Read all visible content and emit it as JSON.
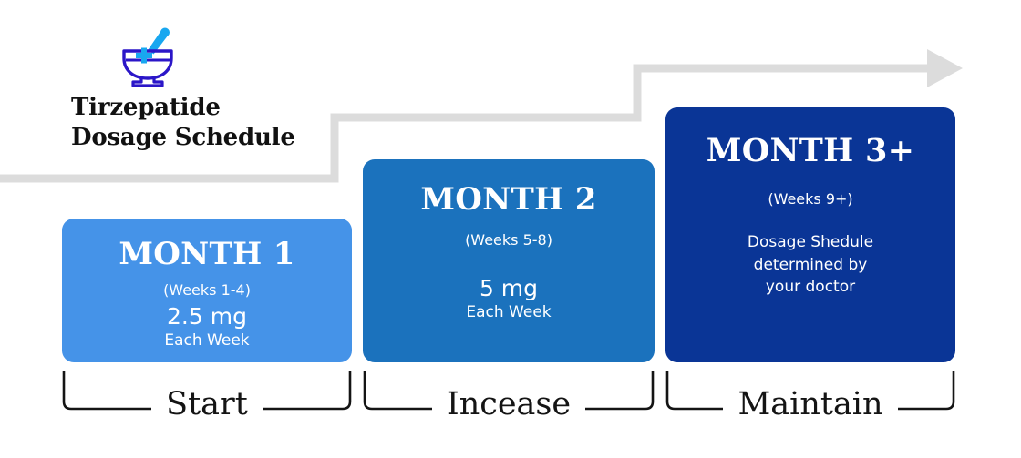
{
  "header": {
    "icon": "mortar-and-pestle-icon",
    "title": "Tirzepatide\nDosage Schedule"
  },
  "arrow": {
    "name": "staircase-progress-arrow",
    "color": "#dcdcdc",
    "direction": "right-ascending"
  },
  "cards": [
    {
      "id": "month-1",
      "title": "MONTH 1",
      "weeks": "(Weeks 1-4)",
      "dose": "2.5 mg",
      "frequency": "Each Week",
      "note": "",
      "color": "#4593e8",
      "text_color": "#ffffff"
    },
    {
      "id": "month-2",
      "title": "MONTH 2",
      "weeks": "(Weeks 5-8)",
      "dose": "5 mg",
      "frequency": "Each Week",
      "note": "",
      "color": "#1b72bd",
      "text_color": "#ffffff"
    },
    {
      "id": "month-3-plus",
      "title": "MONTH 3+",
      "weeks": "(Weeks 9+)",
      "dose": "",
      "frequency": "",
      "note": "Dosage Shedule\ndetermined by\nyour doctor",
      "color": "#0a3596",
      "text_color": "#ffffff"
    }
  ],
  "stages": [
    {
      "id": "stage-start",
      "label": "Start"
    },
    {
      "id": "stage-increase",
      "label": "Incease"
    },
    {
      "id": "stage-maintain",
      "label": "Maintain"
    }
  ],
  "palette": {
    "background": "#ffffff",
    "bracket": "#141414",
    "icon_outline": "#2b16c8",
    "icon_accent": "#18a7f0"
  }
}
